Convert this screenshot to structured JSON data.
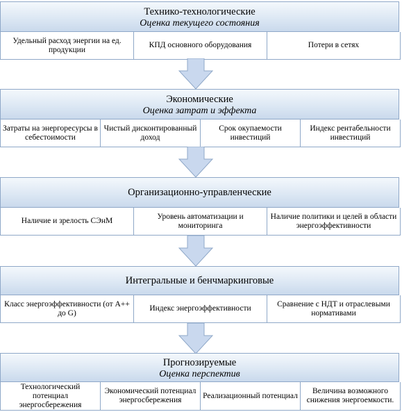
{
  "sections": [
    {
      "title": "Технико-технологические",
      "subtitle": "Оценка текущего состояния",
      "cells": [
        "Удельный расход энергии на ед. продукции",
        "КПД основного оборудования",
        "Потери в сетях"
      ]
    },
    {
      "title": "Экономические",
      "subtitle": "Оценка затрат и эффекта",
      "cells": [
        "Затраты на энергоресурсы в себестоимости",
        "Чистый дисконтированный доход",
        "Срок окупаемости инвестиций",
        "Индекс рентабельности инвестиций"
      ]
    },
    {
      "title": "Организационно-управленческие",
      "subtitle": "",
      "cells": [
        "Наличие и зрелость СЭнМ",
        "Уровень автоматизации и мониторинга",
        "Наличие политики и целей в области энергоэффективности"
      ]
    },
    {
      "title": "Интегральные и бенчмаркинговые",
      "subtitle": "",
      "cells": [
        "Класс энергоэффективности (от А++ до G)",
        "Индекс энергоэффективности",
        "Сравнение с НДТ и отраслевыми нормативами"
      ]
    },
    {
      "title": "Прогнозируемые",
      "subtitle": "Оценка перспектив",
      "cells": [
        "Технологический потенциал энергосбережения",
        "Экономический потенциал энергосбережения",
        "Реализационный потенциал",
        "Величина возможного снижения энергоемкости."
      ]
    }
  ],
  "colors": {
    "header_gradient_top": "#f4f8fc",
    "header_gradient_bottom": "#c9d9ec",
    "border": "#8fa8c8",
    "arrow_fill": "#c9d8ee",
    "arrow_stroke": "#8fa8c8"
  }
}
